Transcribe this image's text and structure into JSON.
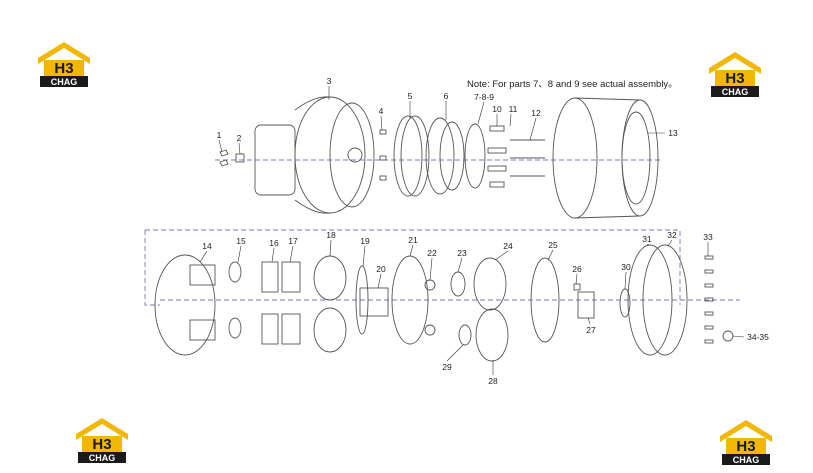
{
  "note": "Note: For parts 7、8 and 9 see actual assembly。",
  "logo": {
    "mark": "H3",
    "word": "CHAG",
    "color_roof": "#f2b705",
    "color_body": "#1a1a1a"
  },
  "part_labels": [
    "1",
    "2",
    "3",
    "4",
    "5",
    "6",
    "7-8-9",
    "10",
    "11",
    "12",
    "13",
    "14",
    "15",
    "16",
    "17",
    "18",
    "19",
    "20",
    "21",
    "22",
    "23",
    "24",
    "25",
    "26",
    "27",
    "28",
    "29",
    "30",
    "31",
    "32",
    "33",
    "34-35"
  ],
  "colors": {
    "line": "#555555",
    "dash": "#7a7aa8",
    "text": "#222222"
  }
}
